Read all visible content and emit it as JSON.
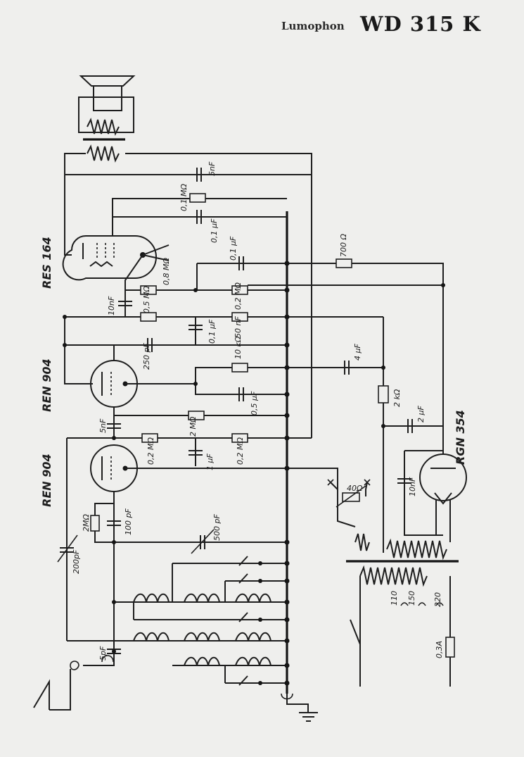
{
  "header": {
    "brand": "Lumophon",
    "model": "WD 315 K"
  },
  "tubes": {
    "t1": "RES 164",
    "t2": "REN 904",
    "t3": "REN 904",
    "t4": "RGN 354"
  },
  "components": {
    "c_5nf_top": "5nF",
    "r_01m": "0,1 MΩ",
    "c_01uf_a": "0,1 μF",
    "c_01uf_b": "0,1 μF",
    "r_700": "700 Ω",
    "r_08m": "0,8 MΩ",
    "c_10nf_a": "10nF",
    "r_05m": "0,5 MΩ",
    "r_02m_a": "0,2 MΩ",
    "c_01uf_c": "0,1 μF",
    "c_50nf": "50 nF",
    "c_250pf": "250 pF",
    "r_10k": "10 kΩ",
    "c_4uf": "4 μF",
    "c_05uf": "0,5 μF",
    "r_2k": "2 kΩ",
    "c_2uf": "2 μF",
    "c_5nf_b": "5nF",
    "r_2m_a": "2 MΩ",
    "r_02m_b": "0,2 MΩ",
    "c_1uf": "1 μF",
    "r_02m_c": "0,2 MΩ",
    "c_10nf_b": "10nF",
    "r_40": "40Ω",
    "r_2m_b": "2MΩ",
    "c_100pf": "100 pF",
    "c_200pf": "200pF",
    "c_500pf": "500 pF",
    "c_5pf": "5pF",
    "v_110": "110",
    "v_150": "150",
    "v_220": "220",
    "fuse": "0,3A"
  }
}
